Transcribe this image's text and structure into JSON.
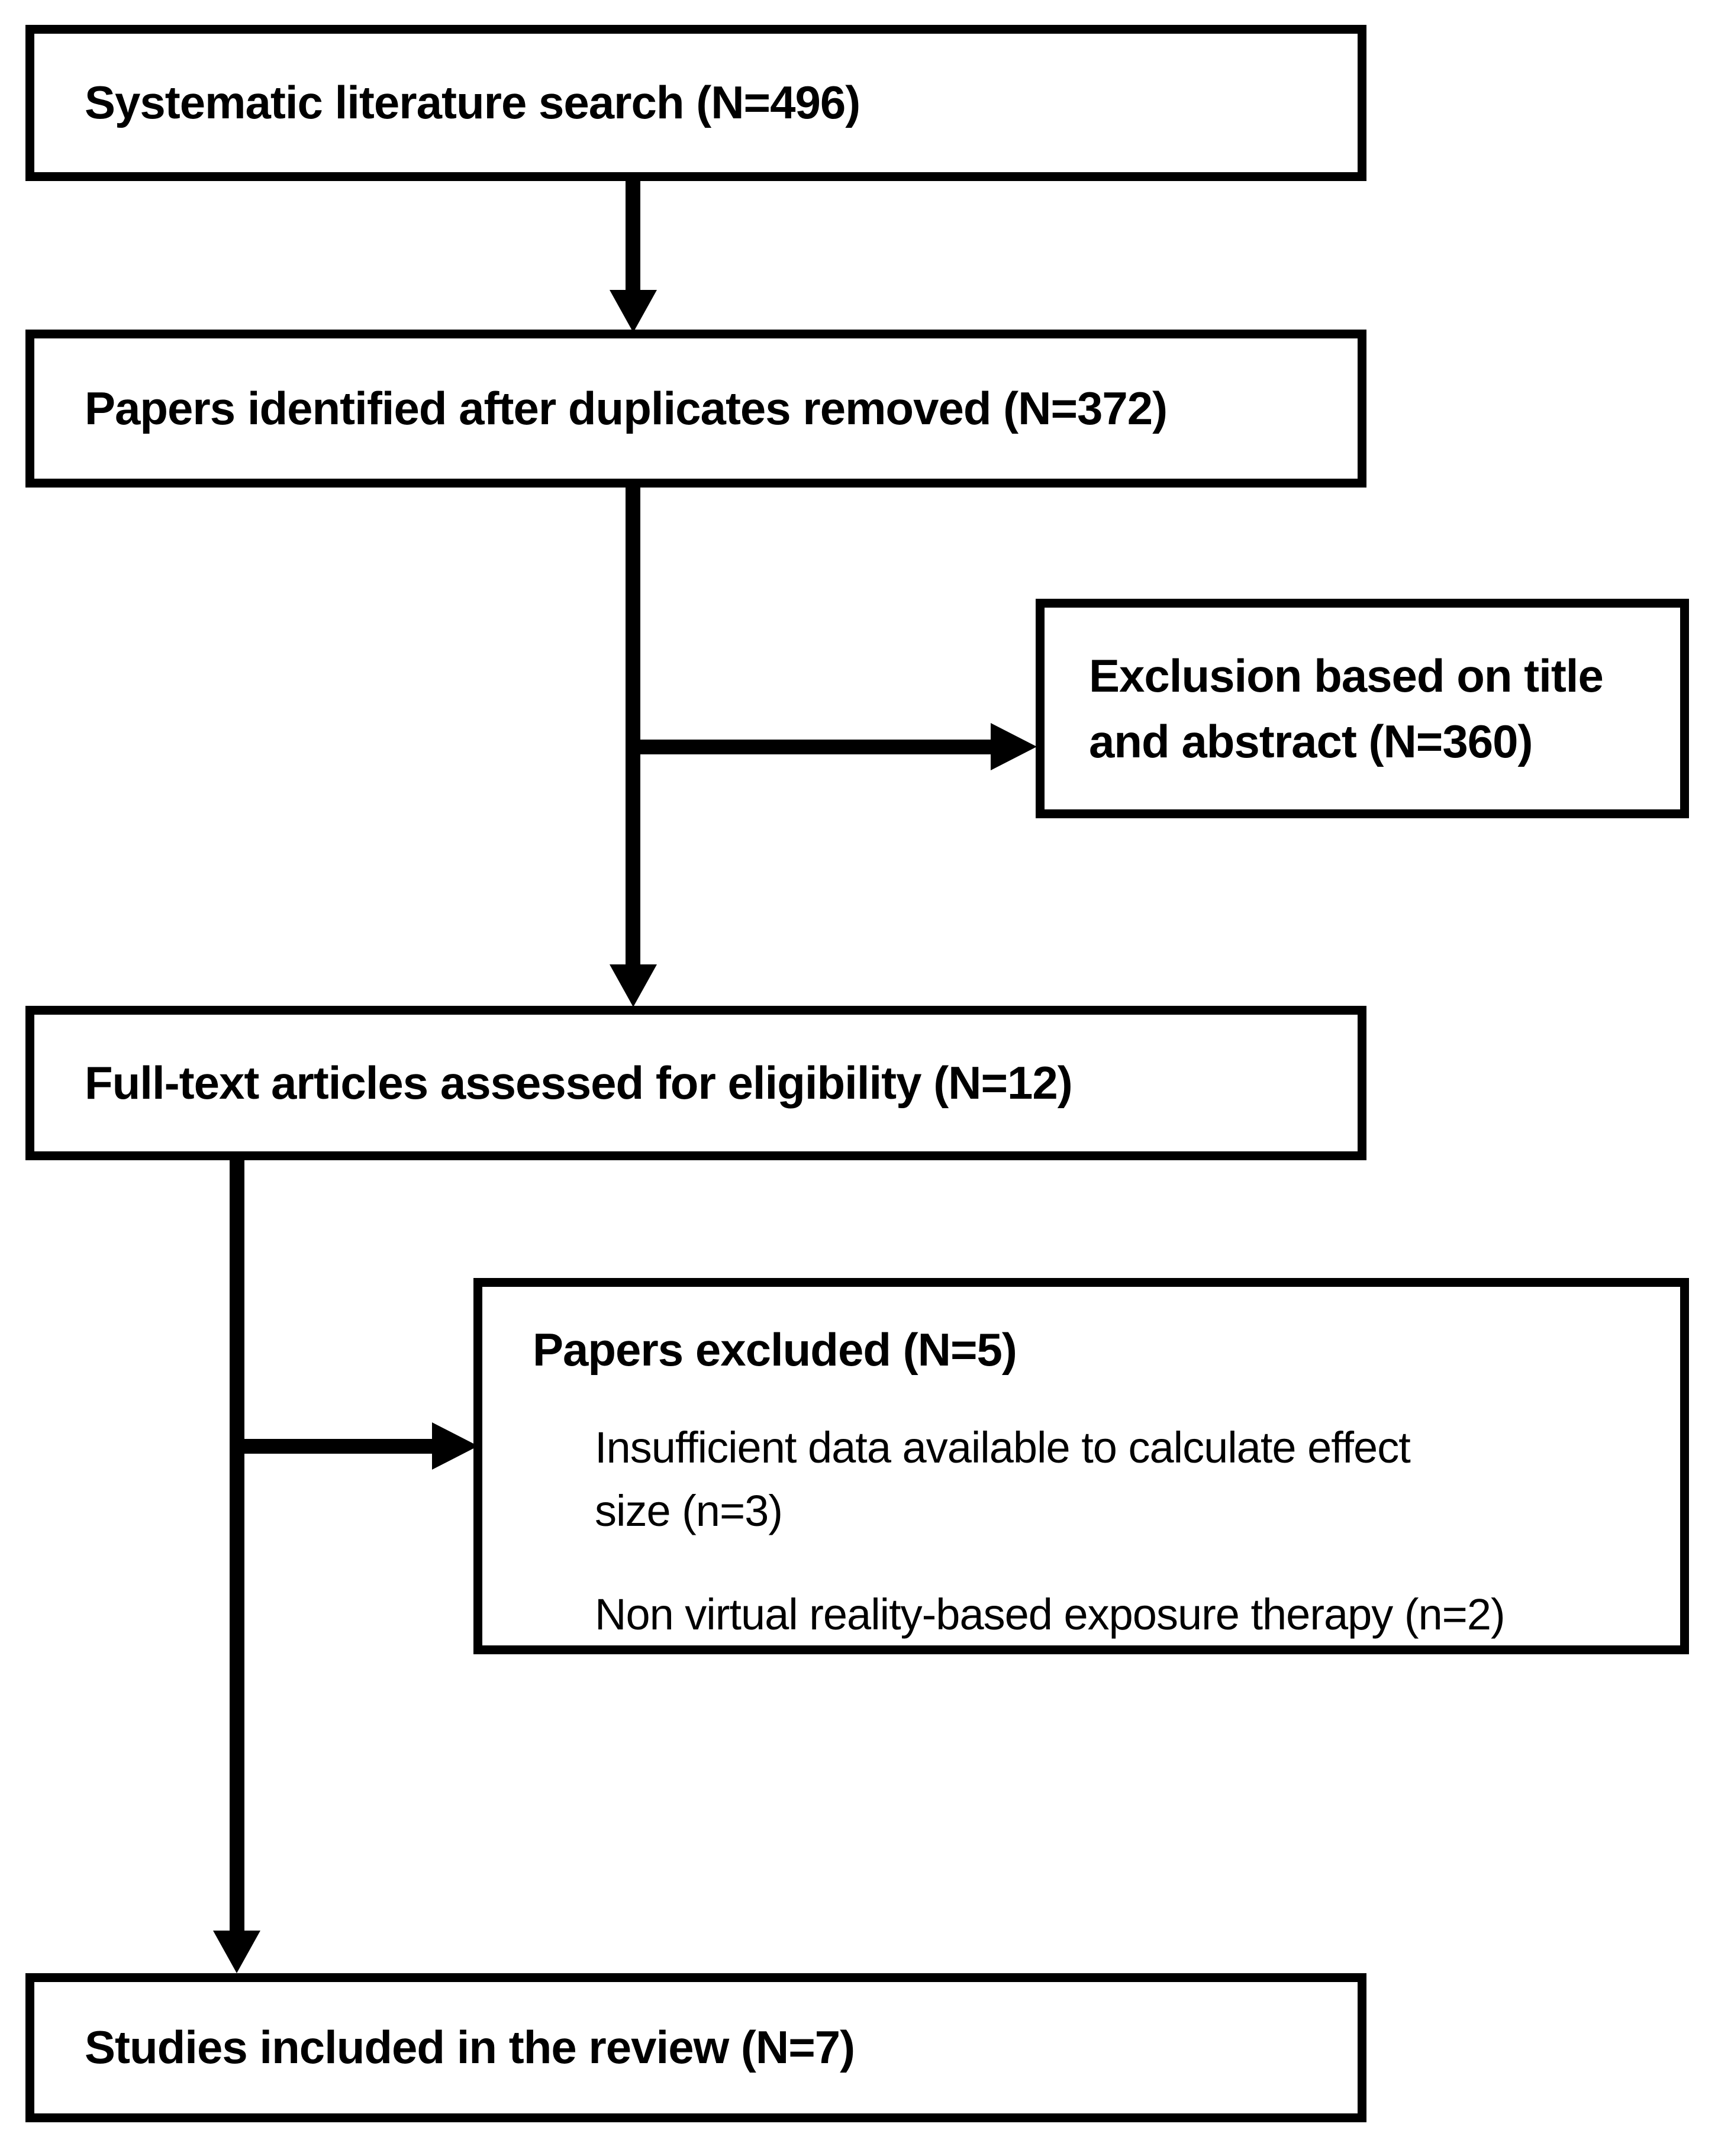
{
  "flow": {
    "type": "prisma-flowchart",
    "colors": {
      "border": "#000000",
      "text": "#000000",
      "background": "#ffffff"
    },
    "boxes": {
      "search": {
        "label": "Systematic literature search (N=496)"
      },
      "duplicates": {
        "label": "Papers identified after duplicates removed (N=372)"
      },
      "exclusion": {
        "lines": [
          "Exclusion based on title",
          "and abstract (N=360)"
        ]
      },
      "fulltext": {
        "label": "Full-text articles assessed for eligibility (N=12)"
      },
      "excluded": {
        "title": "Papers excluded (N=5)",
        "reasons": [
          {
            "lines": [
              "Insufficient data available to calculate effect",
              "size (n=3)"
            ]
          },
          {
            "lines": [
              "Non virtual reality-based exposure therapy (n=2)"
            ]
          }
        ]
      },
      "included": {
        "label": "Studies included in the review (N=7)"
      }
    },
    "counts": {
      "search": 496,
      "after_duplicates": 372,
      "excluded_title_abstract": 360,
      "fulltext_assessed": 12,
      "papers_excluded": 5,
      "insufficient_data": 3,
      "non_vr": 2,
      "included": 7
    }
  }
}
